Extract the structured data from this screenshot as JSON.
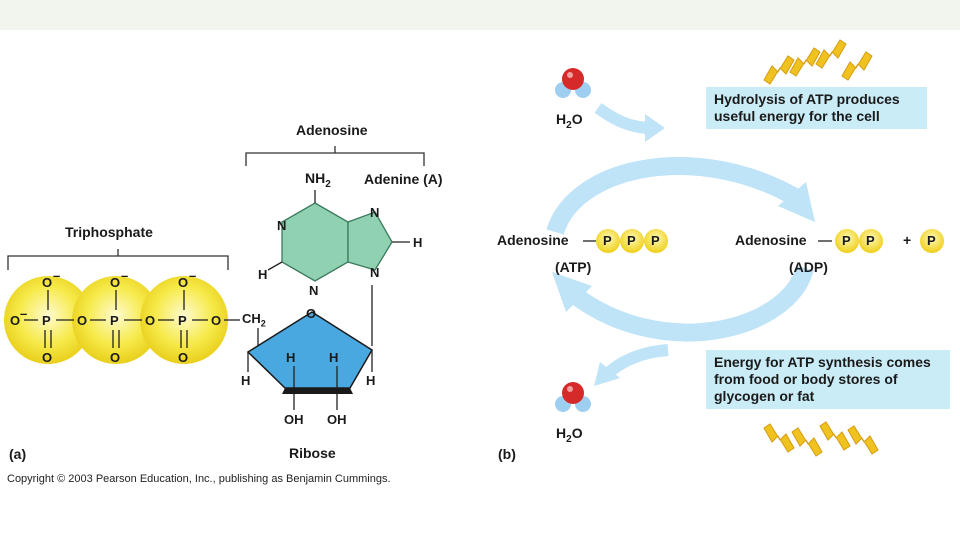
{
  "colors": {
    "phosphate": "#f3e52e",
    "adenine": "#8fd1b0",
    "ribose": "#4aa8e0",
    "cycle_arrow": "#bfe3f7",
    "info_box": "#c9ecf7",
    "energy": "#f0c21f",
    "water_o": "#d62a2a",
    "water_h": "#9fcff0"
  },
  "panel_a": {
    "tag": "(a)",
    "adenosine": "Adenosine",
    "triphosphate": "Triphosphate",
    "adenine": "Adenine (A)",
    "nh2": "NH",
    "nh2_sub": "2",
    "ribose": "Ribose",
    "ch2": "CH",
    "ch2_sub": "2"
  },
  "panel_b": {
    "tag": "(b)",
    "water_top": "H",
    "water_bottom": "H",
    "water_sub": "2",
    "water_o": "O",
    "hydrolysis": "Hydrolysis of ATP produces useful energy for the cell",
    "synthesis": "Energy for ATP synthesis comes from food or body stores of glycogen or fat",
    "adenosine": "Adenosine",
    "atp": "(ATP)",
    "adp": "(ADP)",
    "p": "P",
    "plus": "+"
  },
  "copyright": "Copyright © 2003 Pearson Education, Inc., publishing as Benjamin Cummings."
}
